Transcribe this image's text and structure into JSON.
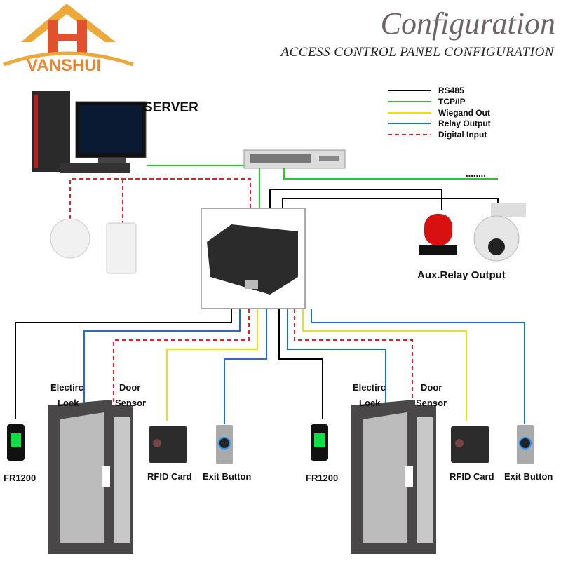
{
  "logo": {
    "brand": "VANSHUI"
  },
  "header": {
    "title": "Configuration",
    "subtitle": "ACCESS CONTROL PANEL CONFIGURATION"
  },
  "legend": [
    {
      "label": "RS485",
      "color": "#000000",
      "style": "solid"
    },
    {
      "label": "TCP/IP",
      "color": "#22cc22",
      "style": "solid"
    },
    {
      "label": "Wiegand Out",
      "color": "#e6e600",
      "style": "solid"
    },
    {
      "label": "Relay Output",
      "color": "#1a6fd6",
      "style": "solid"
    },
    {
      "label": "Digital Input",
      "color": "#e0202a",
      "style": "dashed"
    }
  ],
  "labels": {
    "server": "SERVER",
    "more": "........",
    "aux": "Aux.Relay Output",
    "left": {
      "lock1": "Electirc",
      "lock2": "Lock",
      "sensor1": "Door",
      "sensor2": "Sensor",
      "reader": "FR1200",
      "rfid": "RFID Card",
      "exit": "Exit Button"
    },
    "right": {
      "lock1": "Electirc",
      "lock2": "Lock",
      "sensor1": "Door",
      "sensor2": "Sensor",
      "reader": "FR1200",
      "rfid": "RFID Card",
      "exit": "Exit Button"
    }
  }
}
